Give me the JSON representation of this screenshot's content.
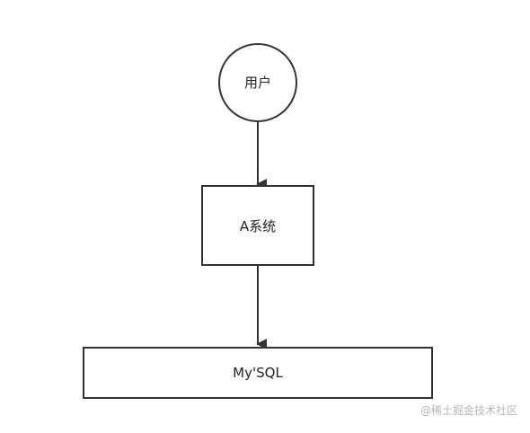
{
  "nodes": {
    "user": {
      "label": "用户",
      "shape": "circle"
    },
    "system_a": {
      "label": "A系统",
      "shape": "rectangle"
    },
    "mysql": {
      "label": "My'SQL",
      "shape": "rectangle"
    }
  },
  "edges": [
    {
      "from": "user",
      "to": "system_a"
    },
    {
      "from": "system_a",
      "to": "mysql"
    }
  ],
  "watermark": {
    "text": "@稀土掘金技术社区"
  },
  "colors": {
    "stroke": "#333333",
    "text": "#222222",
    "watermark": "#b5b5b5",
    "background": "#ffffff"
  }
}
